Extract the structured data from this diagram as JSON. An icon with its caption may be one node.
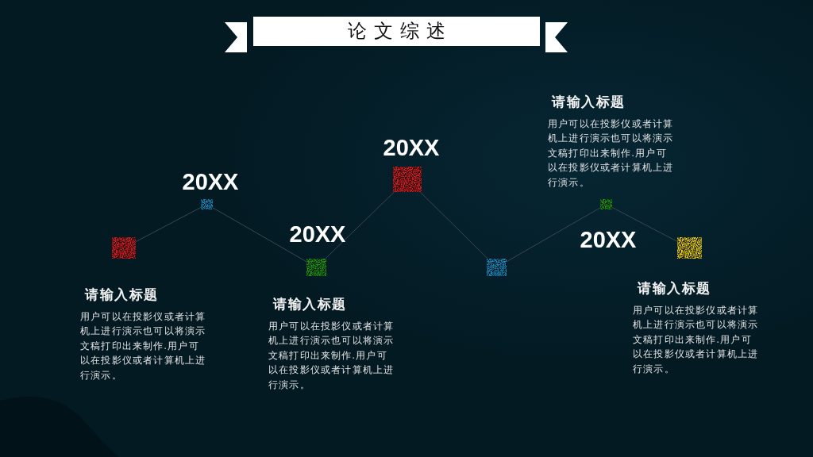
{
  "diagram": {
    "title": "论文综述",
    "nodes": [
      {
        "text": [],
        "shape": "box",
        "beside": [
          "请输入标题",
          "用户可以在投影仪或者计算机上进行演示也可以将演示文稿打印出来制作.用户可以在投影仪或者计算机上进行演示。"
        ]
      },
      {
        "text": [],
        "shape": "box",
        "beside": [
          "20XX"
        ]
      },
      {
        "text": [],
        "shape": "box",
        "beside": [
          "20XX",
          "请输入标题",
          "用户可以在投影仪或者计算机上进行演示也可以将演示文稿打印出来制作.用户可以在投影仪或者计算机上进行演示。"
        ]
      },
      {
        "text": [],
        "shape": "box",
        "beside": [
          "20XX"
        ]
      },
      {
        "text": [],
        "shape": "box"
      },
      {
        "text": [],
        "shape": "box",
        "beside": [
          "请输入标题",
          "用户可以在投影仪或者计算机上进行演示也可以将演示文稿打印出来制作.用户可以在投影仪或者计算机上进行演示。",
          "20XX"
        ]
      },
      {
        "text": [],
        "shape": "box",
        "beside": [
          "请输入标题",
          "用户可以在投影仪或者计算机上进行演示也可以将演示文稿打印出来制作.用户可以在投影仪或者计算机上进行演示。"
        ]
      }
    ],
    "edges": [
      {
        "from": 0,
        "to": 1,
        "arrow": "none"
      },
      {
        "from": 1,
        "to": 2,
        "arrow": "none"
      },
      {
        "from": 2,
        "to": 3,
        "arrow": "none"
      },
      {
        "from": 3,
        "to": 4,
        "arrow": "none"
      },
      {
        "from": 4,
        "to": 5,
        "arrow": "none"
      },
      {
        "from": 5,
        "to": 6,
        "arrow": "none"
      }
    ]
  }
}
